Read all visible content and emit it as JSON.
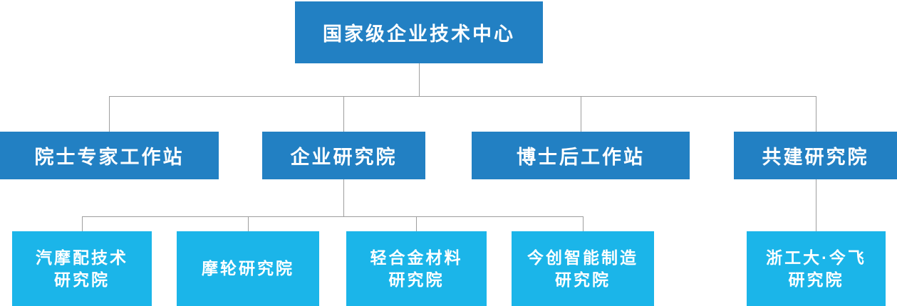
{
  "palette": {
    "node_blue": "#2280C3",
    "node_cyan": "#1BB5E9",
    "connector": "#9E9E9E",
    "text": "#FFFFFF",
    "background": "#FFFFFF"
  },
  "org_chart": {
    "root": {
      "label": "国家级企业技术中心"
    },
    "level2": [
      {
        "label": "院士专家工作站"
      },
      {
        "label": "企业研究院"
      },
      {
        "label": "博士后工作站"
      },
      {
        "label": "共建研究院"
      }
    ],
    "level3": [
      {
        "lines": [
          "汽摩配技术",
          "研究院"
        ]
      },
      {
        "lines": [
          "摩轮研究院"
        ]
      },
      {
        "lines": [
          "轻合金材料",
          "研究院"
        ]
      },
      {
        "lines": [
          "今创智能制造",
          "研究院"
        ]
      },
      {
        "lines": [
          "浙工大·今飞",
          "研究院"
        ]
      }
    ]
  }
}
